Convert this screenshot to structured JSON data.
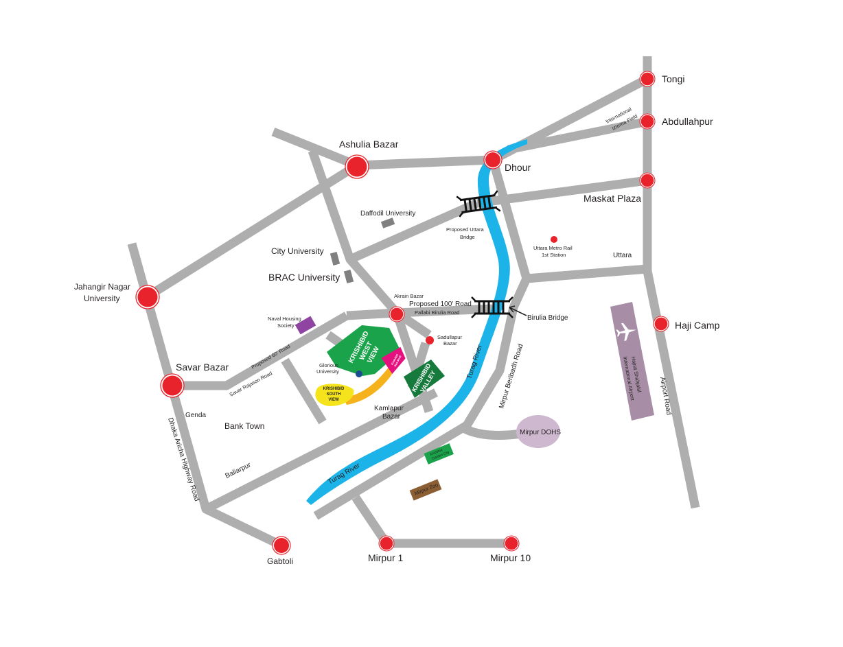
{
  "colors": {
    "road": "#aeaeae",
    "river": "#1cb4e8",
    "marker": "#e8232b",
    "project_green": "#1aa34a",
    "project_dark_green": "#157a3c",
    "project_magenta": "#e5117f",
    "project_yellow": "#f5e41c",
    "connector_orange": "#f5b21c",
    "society_purple": "#8e44a0",
    "airport_mauve": "#a78ea6",
    "dohs_lilac": "#cdb8cf",
    "zoo_brown": "#8b5e34",
    "building_gray": "#808080"
  },
  "places": {
    "tongi": "Tongi",
    "abdullahpur": "Abdullahpur",
    "dhour": "Dhour",
    "maskat_plaza": "Maskat Plaza",
    "haji_camp": "Haji Camp",
    "ashulia_bazar": "Ashulia Bazar",
    "jahangir_nagar_line1": "Jahangir Nagar",
    "jahangir_nagar_line2": "University",
    "savar_bazar": "Savar Bazar",
    "gabtoli": "Gabtoli",
    "mirpur_1": "Mirpur 1",
    "mirpur_10": "Mirpur 10",
    "akrain_bazar": "Akrain Bazar",
    "sadullapur_line1": "Sadullapur",
    "sadullapur_line2": "Bazar",
    "uttara_metro_line1": "Uttara Metro Rail",
    "uttara_metro_line2": "1st Station"
  },
  "labels": {
    "daffodil_university": "Daffodil University",
    "city_university": "City University",
    "brac_university": "BRAC University",
    "proposed_uttara_bridge_line1": "Proposed Uttara",
    "proposed_uttara_bridge_line2": "Bridge",
    "uttara": "Uttara",
    "international_iztema_line1": "International",
    "international_iztema_line2": "Iztema Field",
    "proposed_100_road": "Proposed 100' Road",
    "pallabi_birulia_road": "Pallabi Birulia Road",
    "birulia_bridge": "Birulia Bridge",
    "naval_housing_line1": "Naval Housing",
    "naval_housing_line2": "Society",
    "proposed_60_road": "Proposed 60' Road",
    "savar_rajason_road": "Savar Rajason Road",
    "glorious_university_line1": "Glorious",
    "glorious_university_line2": "University",
    "kamlapur_bazar_line1": "Kamlapur",
    "kamlapur_bazar_line2": "Bazar",
    "genda": "Genda",
    "bank_town": "Bank Town",
    "baliarpur": "Baliarpur",
    "dhaka_aricha_highway": "Dhaka Aricha Highway Road",
    "turag_river_north": "Turag River",
    "turag_river_south": "Turag River",
    "mirpur_beribadh_road": "Mirpur Beribadh Road",
    "mirpur_dohs": "Mirpur DOHS",
    "airport_road": "Airport Road",
    "airport_line1": "Hajrat Shahjalal",
    "airport_line2": "International Airport",
    "mirpur_zoo": "Mirpur Zoo",
    "krishibid_garden_line1": "Krishibid",
    "krishibid_garden_line2": "Garden City"
  },
  "projects": {
    "west_view_line1": "KRISHIBID",
    "west_view_line2": "WEST",
    "west_view_line3": "VIEW",
    "south_view_line1": "KRISHIBID",
    "south_view_line2": "SOUTH",
    "south_view_line3": "VIEW",
    "valley_line1": "KRISHIBID",
    "valley_line2": "VALLEY",
    "magenta_line1": "Krishibid",
    "magenta_line2": "Sea Shell"
  },
  "icons": {
    "marker": "red-circle-marker",
    "bridge": "bridge-icon",
    "airplane": "airplane-icon",
    "arrow": "arrow-icon"
  }
}
